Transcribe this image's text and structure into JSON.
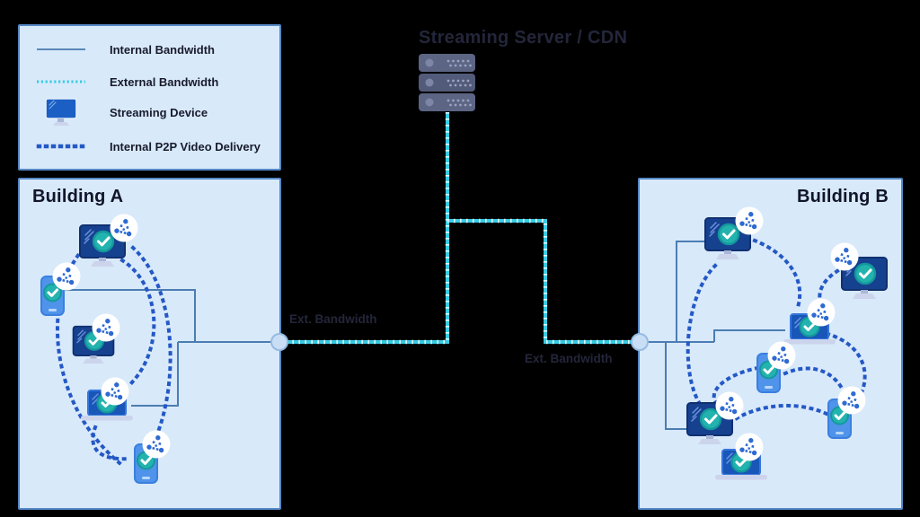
{
  "server": {
    "title": "Streaming Server / CDN",
    "icon": "server-rack-icon"
  },
  "legend": {
    "items": [
      {
        "id": "internal-bandwidth",
        "label": "Internal Bandwidth",
        "swatch": "solid-line"
      },
      {
        "id": "external-bandwidth",
        "label": "External Bandwidth",
        "swatch": "fine-dotted-line"
      },
      {
        "id": "streaming-device",
        "label": "Streaming Device",
        "swatch": "monitor-icon"
      },
      {
        "id": "internal-p2p",
        "label": "Internal P2P Video Delivery",
        "swatch": "square-dotted-line"
      }
    ]
  },
  "buildings": {
    "a": {
      "label": "Building A",
      "devices": [
        {
          "type": "monitor",
          "badge": "p2p-network",
          "status": "check"
        },
        {
          "type": "smartphone",
          "badge": "p2p-network",
          "status": "check"
        },
        {
          "type": "monitor",
          "badge": "p2p-network",
          "status": "check"
        },
        {
          "type": "laptop",
          "badge": "p2p-network",
          "status": "check"
        },
        {
          "type": "smartphone",
          "badge": "p2p-network",
          "status": "check"
        }
      ]
    },
    "b": {
      "label": "Building B",
      "devices": [
        {
          "type": "monitor",
          "badge": "p2p-network",
          "status": "check"
        },
        {
          "type": "monitor",
          "badge": "p2p-network",
          "status": "check"
        },
        {
          "type": "laptop",
          "badge": "p2p-network",
          "status": "check"
        },
        {
          "type": "smartphone",
          "badge": "p2p-network",
          "status": "check"
        },
        {
          "type": "monitor",
          "badge": "p2p-network",
          "status": "check"
        },
        {
          "type": "laptop",
          "badge": "p2p-network",
          "status": "check"
        },
        {
          "type": "smartphone",
          "badge": "p2p-network",
          "status": "check"
        }
      ]
    }
  },
  "connections": {
    "ext_label_left": "Ext. Bandwidth",
    "ext_label_right": "Ext. Bandwidth"
  },
  "colors": {
    "internal_bandwidth": "#4b7db2",
    "external_bandwidth": "#38cbe4",
    "p2p_delivery": "#2458c5",
    "panel_bg": "#d8e9fa",
    "panel_border": "#5688c6",
    "device_screen": "#16418f",
    "status_check": "#23b3ae",
    "server_body": "#5c6584",
    "badge_bg": "#ffffff"
  }
}
